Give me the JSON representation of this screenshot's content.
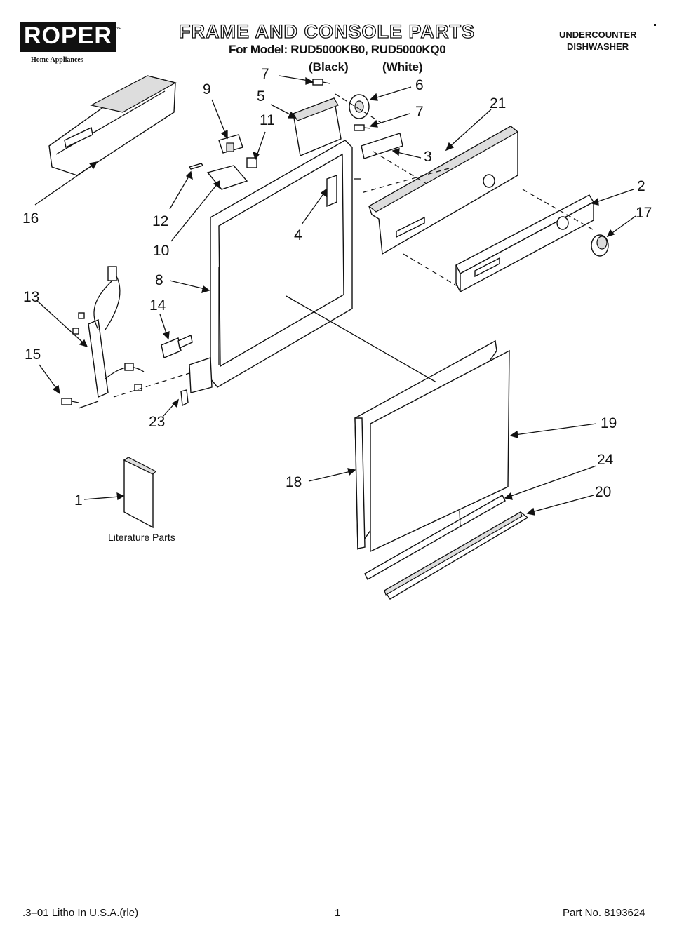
{
  "header": {
    "brand": "ROPER",
    "brand_tm": "™",
    "brand_sub": "Home Appliances",
    "title": "FRAME AND CONSOLE PARTS",
    "model_line": "For Model: RUD5000KB0, RUD5000KQ0",
    "color_black": "(Black)",
    "color_white": "(White)",
    "product_line1": "UNDERCOUNTER",
    "product_line2": "DISHWASHER"
  },
  "diagram": {
    "callouts": {
      "c7a": "7",
      "c9": "9",
      "c5": "5",
      "c6": "6",
      "c11": "11",
      "c7b": "7",
      "c21": "21",
      "c3": "3",
      "c16": "16",
      "c12": "12",
      "c4": "4",
      "c2": "2",
      "c17": "17",
      "c10": "10",
      "c8": "8",
      "c13": "13",
      "c14": "14",
      "c15": "15",
      "c23": "23",
      "c19": "19",
      "c24": "24",
      "c18": "18",
      "c20": "20",
      "c1": "1"
    },
    "literature_label": "Literature Parts"
  },
  "footer": {
    "left": ".3–01 Litho In U.S.A.(rle)",
    "page": "1",
    "part_number": "Part No. 8193624"
  }
}
